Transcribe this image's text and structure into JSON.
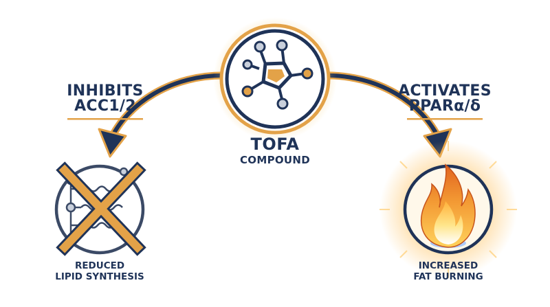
{
  "colors": {
    "navy": "#1f3358",
    "orange": "#e3a248",
    "glow": "#f6c96e",
    "node_grey": "#c9d0dc",
    "flame_outer": "#e8792a",
    "flame_inner": "#ffd25c",
    "flame_core": "#ffffff",
    "flame_base": "#9fc2ff"
  },
  "compound": {
    "title": "TOFA",
    "subtitle": "COMPOUND",
    "icon": "molecule-icon"
  },
  "left_pathway": {
    "action_line1": "INHIBITS",
    "action_line2": "ACC1/2",
    "caption_line1": "REDUCED",
    "caption_line2": "LIPID SYNTHESIS",
    "icon": "lipid-synthesis-crossed-icon"
  },
  "right_pathway": {
    "action_line1": "ACTIVATES",
    "action_line2": "PPARα/δ",
    "caption_line1": "INCREASED",
    "caption_line2": "FAT BURNING",
    "icon": "flame-icon"
  }
}
